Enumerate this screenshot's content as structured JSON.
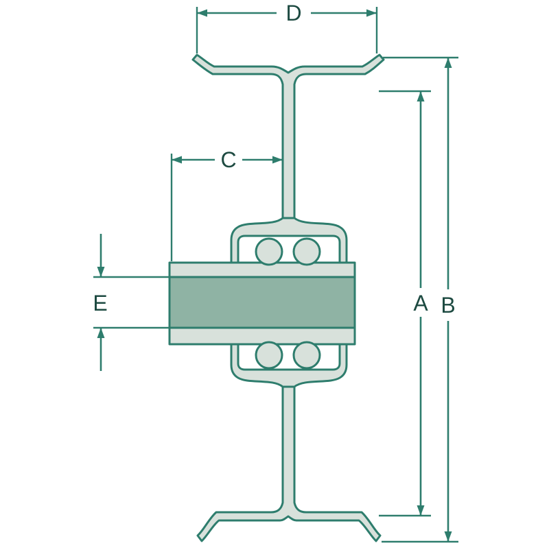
{
  "diagram": {
    "description": "technical cross-section drawing of a wheel with hub, bearings and bushing, with dimension callouts",
    "labels": {
      "a": "A",
      "b": "B",
      "c": "C",
      "d": "D",
      "e": "E"
    }
  },
  "colors": {
    "line": "#2e7d6d",
    "fill_light": "#d8e1db",
    "fill_dark": "#8fb3a4",
    "label_text": "#1d4a41",
    "background": "#ffffff"
  }
}
